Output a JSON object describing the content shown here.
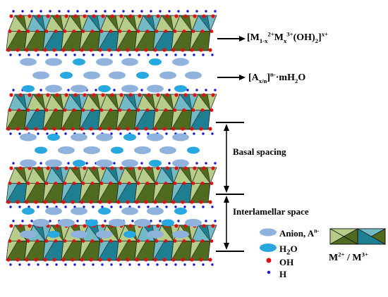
{
  "labels": {
    "layer_formula": {
      "open": "[M",
      "sub1": "1-x",
      "sup1": "2+",
      "mid": "M",
      "sub2": "x",
      "sup2": "3+",
      "tail": "(OH)",
      "sub3": "2",
      "close": "]",
      "sup3": "x+"
    },
    "interlayer_formula": {
      "open": "[A",
      "sub1": "x/n",
      "close": "]",
      "sup1": "n-",
      "tail": "·mH",
      "sub2": "2",
      "end": "O"
    },
    "basal_spacing": "Basal spacing",
    "interlamellar_space": "Interlamellar space"
  },
  "legend": {
    "anion": {
      "text": "Anion, A",
      "sup": "n-"
    },
    "water": {
      "text": "H",
      "sub": "2",
      "end": "O"
    },
    "hydroxyl": "OH",
    "hydrogen": "H",
    "metal": {
      "a": "M",
      "sup_a": "2+",
      "sep": " / M",
      "sup_b": "3+"
    }
  },
  "colors": {
    "octahedron_dark": "#4e6b1f",
    "octahedron_light": "#b7cc88",
    "octahedron_teal": "#1f7f92",
    "octahedron_teal_light": "#72bac6",
    "oxygen": "#e01010",
    "hydrogen": "#1515e0",
    "anion": "#8fb3dd",
    "water": "#28a8e0"
  }
}
